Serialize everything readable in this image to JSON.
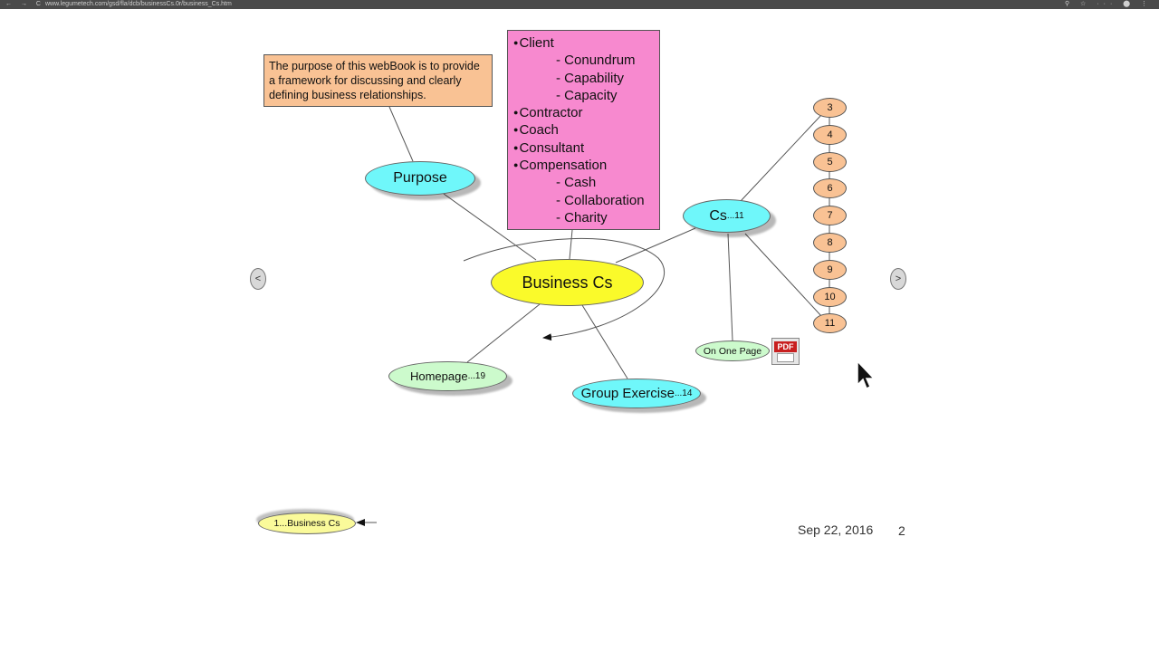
{
  "browser": {
    "url": "www.legumetech.com/gsd/fla/dcb/businessCs.0r/business_Cs.htm",
    "nav_glyphs": "← → C",
    "ext_glyphs": "⚲ ☆ ··· ⬤ ⋮"
  },
  "purpose_note": {
    "text": "The purpose of this webBook is to provide a framework for discussing and clearly defining business relationships."
  },
  "topics": [
    {
      "text": "Client",
      "level": 1
    },
    {
      "text": "Conundrum",
      "level": 2
    },
    {
      "text": "Capability",
      "level": 2
    },
    {
      "text": "Capacity",
      "level": 2
    },
    {
      "text": "Contractor",
      "level": 1
    },
    {
      "text": "Coach",
      "level": 1
    },
    {
      "text": "Consultant",
      "level": 1
    },
    {
      "text": "Compensation",
      "level": 1
    },
    {
      "text": "Cash",
      "level": 2
    },
    {
      "text": "Collaboration",
      "level": 2
    },
    {
      "text": "Charity",
      "level": 2
    }
  ],
  "nodes": {
    "purpose": "Purpose",
    "business": "Business Cs",
    "cs_label": "Cs",
    "cs_count": "...11",
    "homepage_label": "Homepage",
    "homepage_count": "...19",
    "group_label": "Group Exercise",
    "group_count": "...14",
    "onepage": "On One Page",
    "crumb": "1...Business Cs"
  },
  "numbers": [
    "3",
    "4",
    "5",
    "6",
    "7",
    "8",
    "9",
    "10",
    "11"
  ],
  "nav": {
    "prev": "<",
    "next": ">"
  },
  "pdf": {
    "badge": "PDF"
  },
  "footer": {
    "date": "Sep 22, 2016",
    "page": "2"
  },
  "colors": {
    "cyan_node": "#6ff7fa",
    "yellow_node": "#fafa2a",
    "green_node": "#ccfacc",
    "peach": "#f9c294",
    "pink": "#f789cf"
  }
}
